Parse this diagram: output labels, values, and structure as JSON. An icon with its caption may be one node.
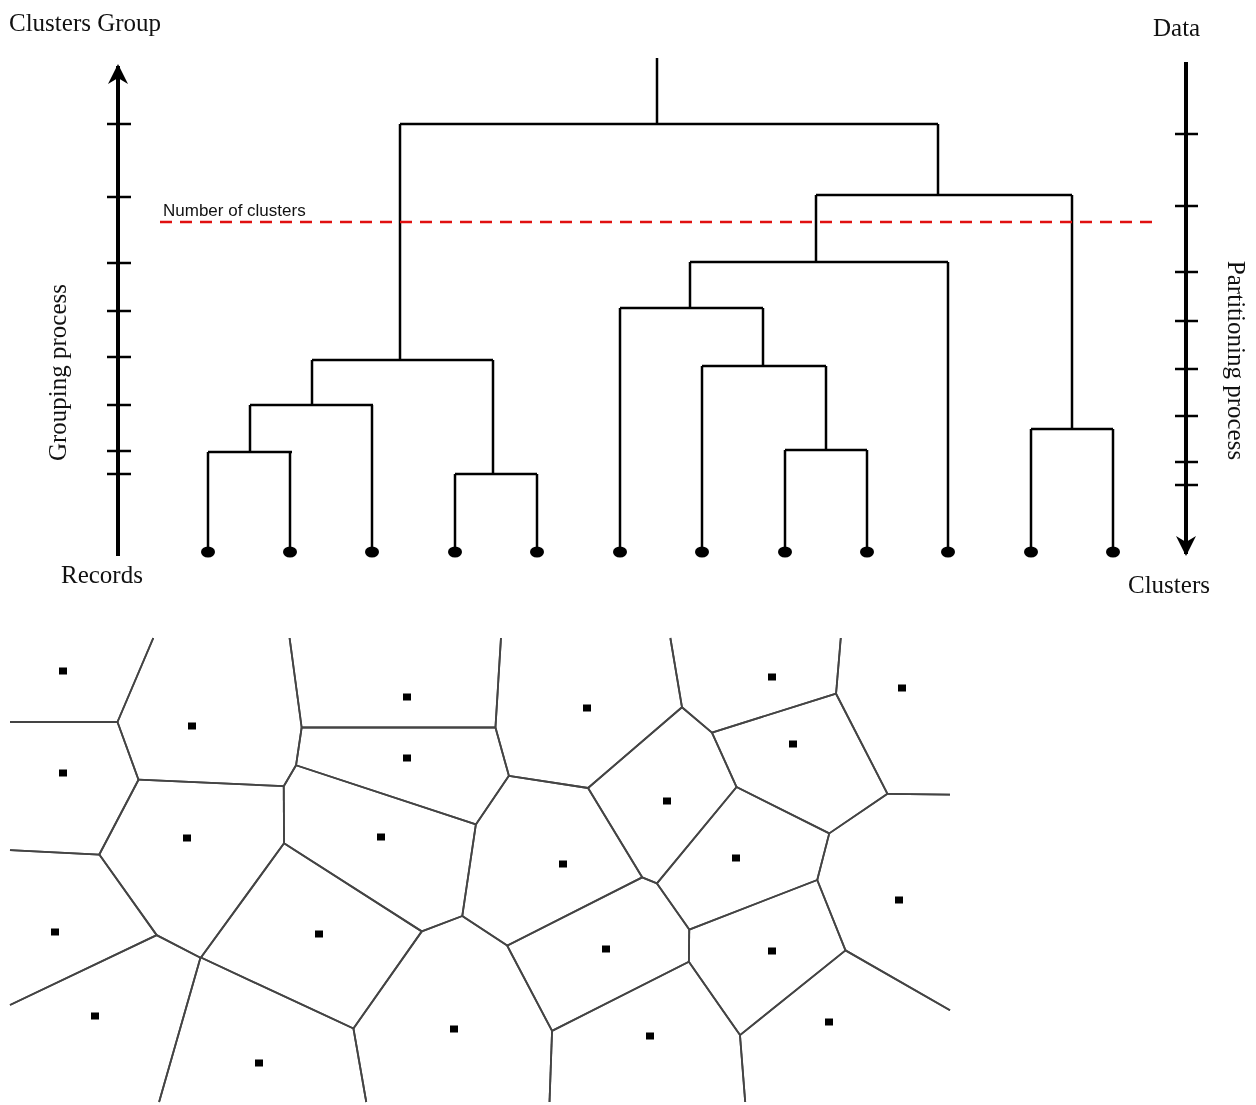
{
  "diagram": {
    "labels": [
      "Clusters Group",
      "Data",
      "Number of clusters",
      "Grouping process",
      "Partitioning process",
      "Records",
      "Clusters"
    ]
  }
}
